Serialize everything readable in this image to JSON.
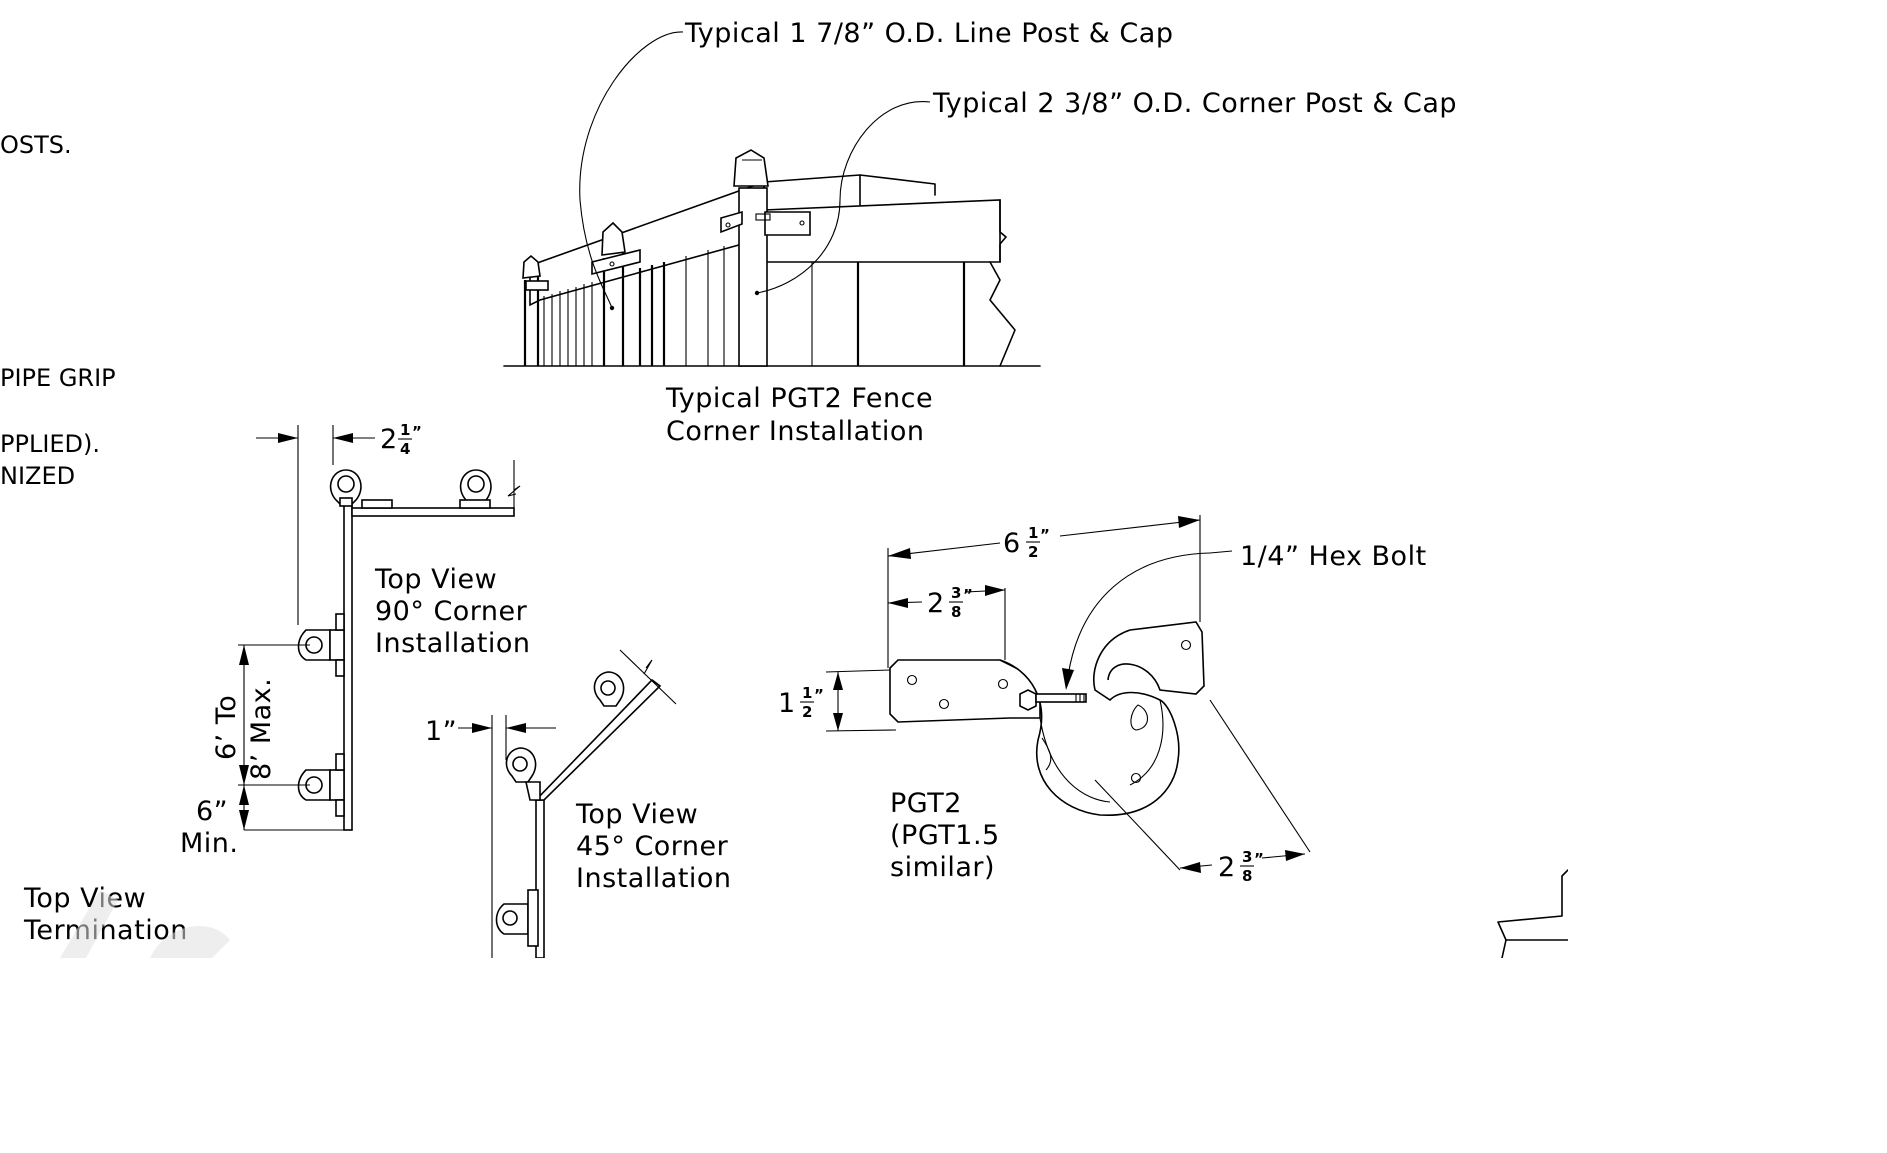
{
  "left_notes": [
    "OSTS.",
    "PIPE GRIP",
    "PPLIED).",
    "NIZED"
  ],
  "callouts": {
    "line_post": "Typical 1 7/8” O.D. Line Post & Cap",
    "corner_post": "Typical 2 3/8” O.D. Corner Post & Cap",
    "hex_bolt": "1/4” Hex Bolt"
  },
  "captions": {
    "corner_install": [
      "Typical PGT2 Fence",
      "Corner Installation"
    ],
    "top90": [
      "Top View",
      "90° Corner",
      "Installation"
    ],
    "top45": [
      "Top View",
      "45° Corner",
      "Installation"
    ],
    "termination": [
      "Top View",
      "Termination"
    ],
    "pgt2": [
      "PGT2",
      "(PGT1.5",
      "similar)"
    ]
  },
  "dimensions": {
    "d1": {
      "whole": "2",
      "num": "1",
      "den": "4",
      "unit": "”"
    },
    "d2": "1”",
    "spacing": [
      "6’ To",
      "8’ Max."
    ],
    "min": [
      "6”",
      "Min."
    ],
    "width": {
      "whole": "6",
      "num": "1",
      "den": "2",
      "unit": "”"
    },
    "inner": {
      "whole": "2",
      "num": "3",
      "den": "8",
      "unit": "”"
    },
    "height": {
      "whole": "1",
      "num": "1",
      "den": "2",
      "unit": "”"
    },
    "diameter": {
      "whole": "2",
      "num": "3",
      "den": "8",
      "unit": "”"
    }
  }
}
